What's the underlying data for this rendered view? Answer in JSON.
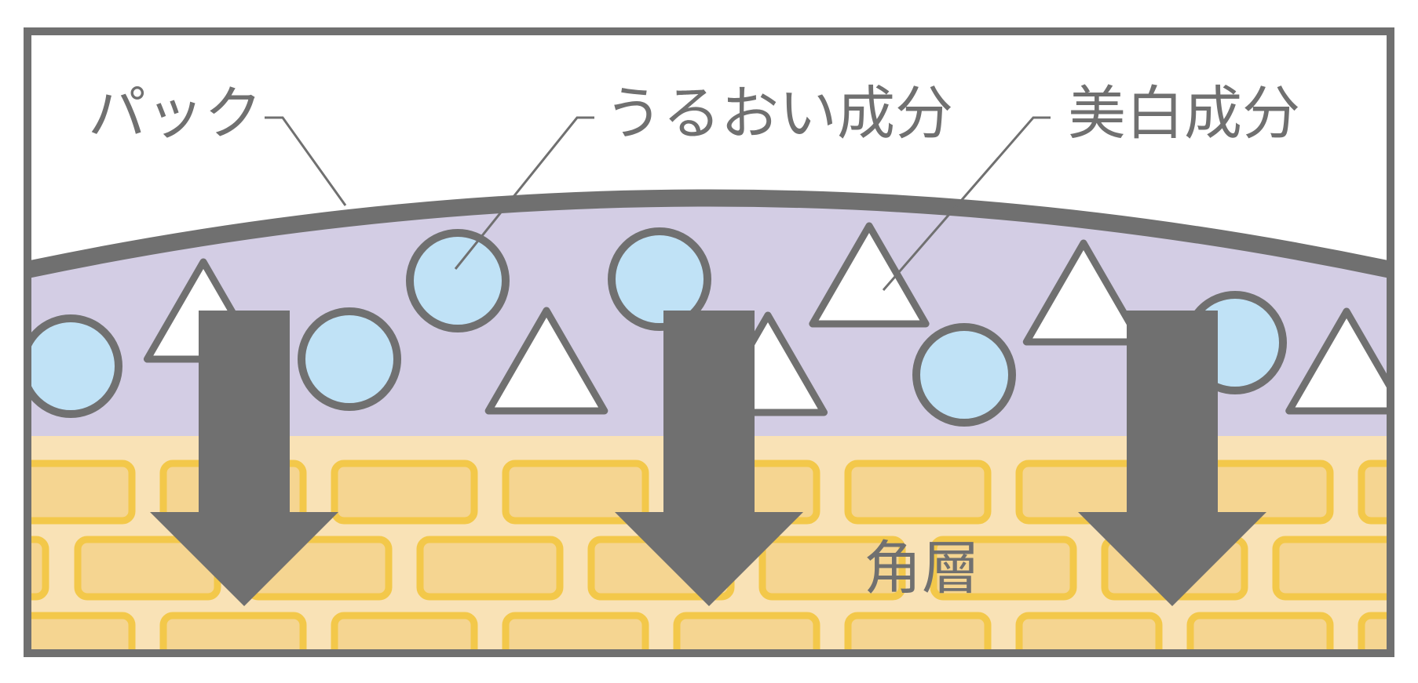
{
  "labels": {
    "pack": "パック",
    "moisture": "うるおい成分",
    "whitening": "美白成分",
    "stratum_corneum": "角層"
  },
  "colors": {
    "frame": "#707070",
    "pack_layer": "#d3cde4",
    "moisture_circle_fill": "#c0e2f6",
    "whitening_triangle_fill": "#ffffff",
    "skin_background": "#f9e2b6",
    "skin_cell_fill": "#f5d591",
    "skin_cell_border": "#f3c84a",
    "arrow": "#707070",
    "text": "#707070"
  },
  "arrows": {
    "count": 3,
    "direction": "down"
  }
}
